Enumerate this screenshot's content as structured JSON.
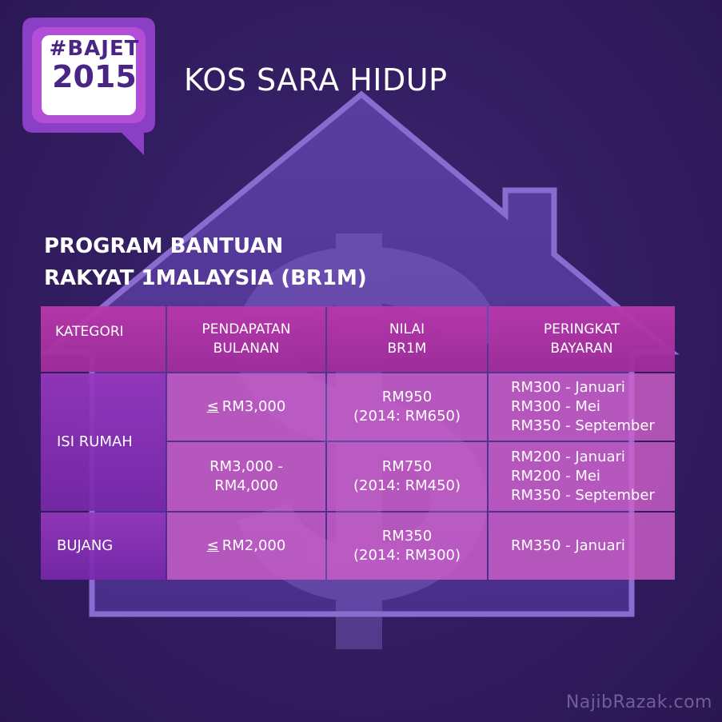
{
  "logo": {
    "line1": "#BAJET",
    "line2": "2015"
  },
  "title": "KOS SARA HIDUP",
  "program": {
    "line1": "PROGRAM BANTUAN",
    "line2": "RAKYAT 1MALAYSIA (BR1M)"
  },
  "table": {
    "headers": [
      {
        "line1": "KATEGORI",
        "line2": ""
      },
      {
        "line1": "PENDAPATAN",
        "line2": "BULANAN"
      },
      {
        "line1": "NILAI",
        "line2": "BR1M"
      },
      {
        "line1": "PERINGKAT",
        "line2": "BAYARAN"
      }
    ],
    "groups": [
      {
        "label": "ISI RUMAH"
      },
      {
        "label": "BUJANG"
      }
    ],
    "le_symbol": "≤",
    "rows": [
      {
        "income_line1": "RM3,000",
        "income_line2": "",
        "value_line1": "RM950",
        "value_line2": "(2014: RM650)",
        "pay": [
          "RM300 - Januari",
          "RM300 - Mei",
          "RM350 - September"
        ]
      },
      {
        "income_line1": "RM3,000 -",
        "income_line2": "RM4,000",
        "value_line1": "RM750",
        "value_line2": "(2014: RM450)",
        "pay": [
          "RM200 - Januari",
          "RM200 - Mei",
          "RM350 - September"
        ]
      },
      {
        "income_line1": "RM2,000",
        "income_line2": "",
        "value_line1": "RM350",
        "value_line2": "(2014: RM300)",
        "pay": [
          "RM350 - Januari"
        ]
      }
    ]
  },
  "watermark": "NajibRazak.com",
  "colors": {
    "background": "#321d61",
    "house": "#5a3f9e",
    "house_outline": "#7d5fc4",
    "header_cell": "#b937aa",
    "side_cell": "#9637be",
    "body_cell": "#cd5fc8",
    "logo_outer": "#8b3fc4",
    "logo_inner": "#ffffff",
    "logo_text": "#4a2586"
  },
  "icons": {
    "house": "house-icon",
    "dollar": "dollar-sign-icon",
    "logo": "speech-bubble-icon"
  }
}
